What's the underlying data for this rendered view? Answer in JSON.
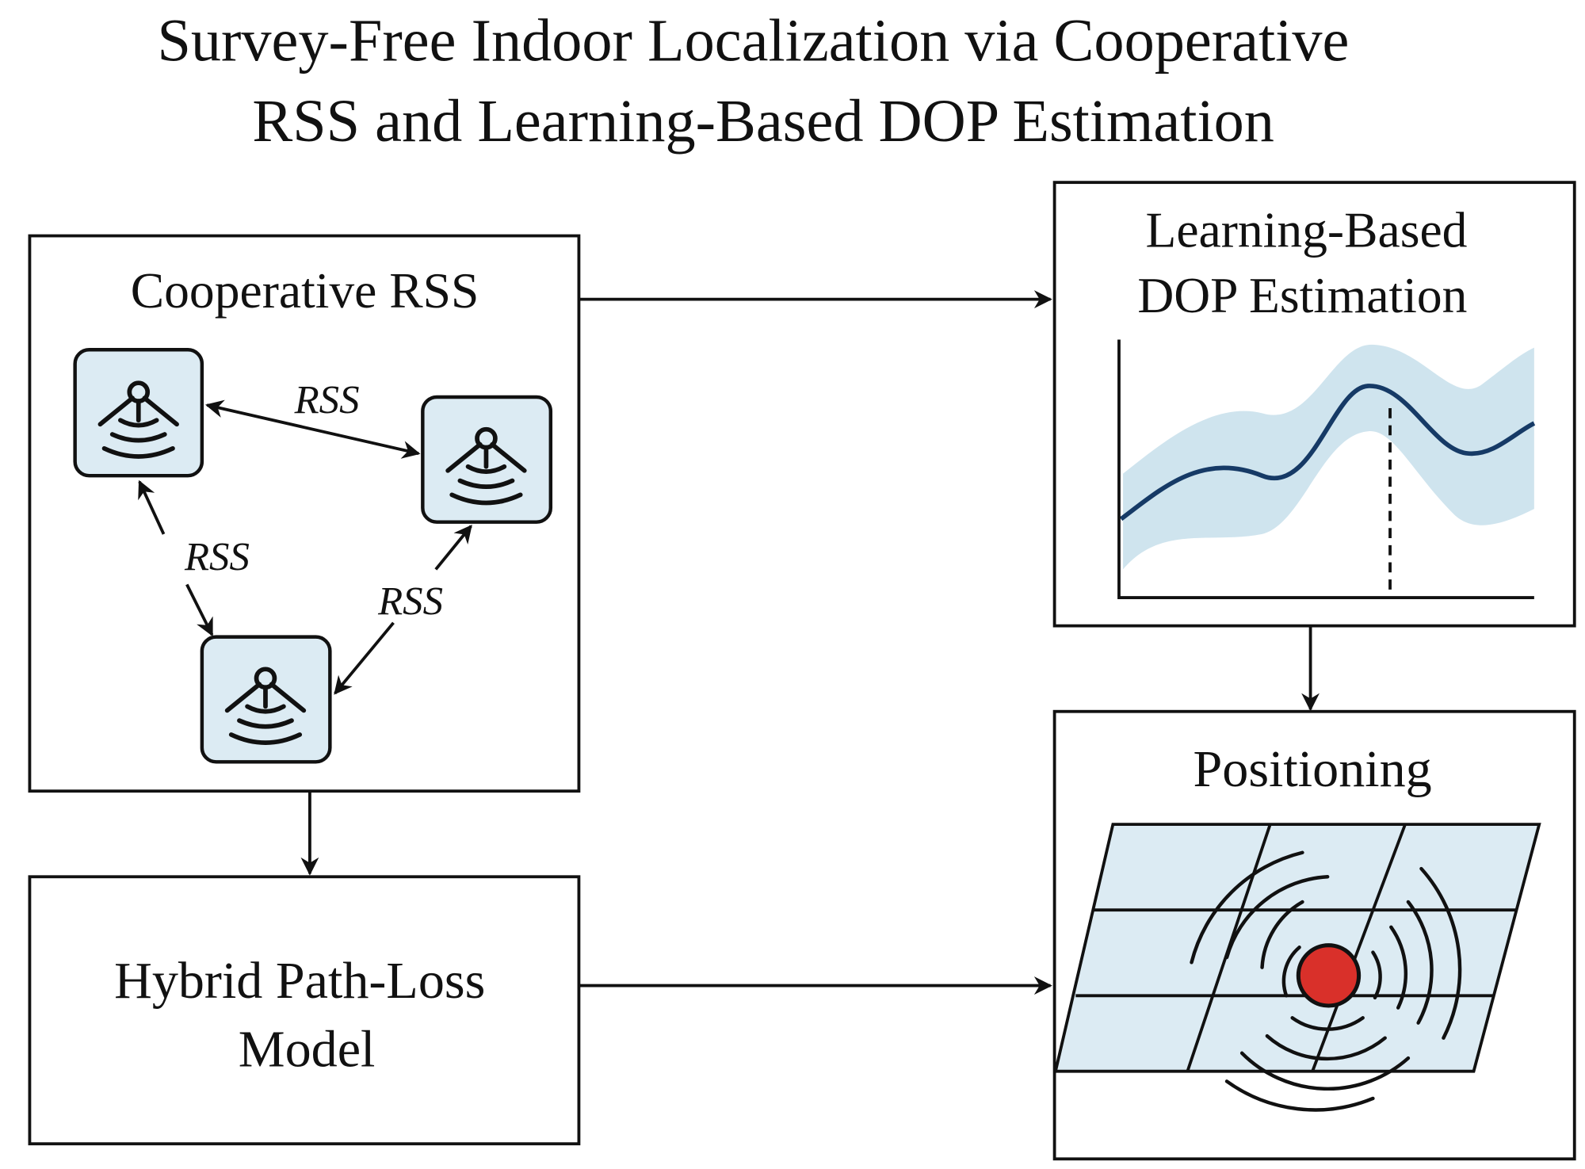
{
  "title": {
    "line1": "Survey-Free Indoor Localization via Cooperative",
    "line2": "RSS and Learning-Based DOP Estimation"
  },
  "cooperative_rss": {
    "label": "Cooperative RSS",
    "links": [
      "RSS",
      "RSS",
      "RSS"
    ]
  },
  "dop_estimation": {
    "line1": "Learning-Based",
    "line2": "DOP Estimation"
  },
  "path_loss": {
    "line1": "Hybrid Path-Loss",
    "line2": "Model"
  },
  "positioning": {
    "label": "Positioning"
  },
  "colors": {
    "node_fill": "#dcebf3",
    "curve": "#163a66",
    "band": "#cfe4ee",
    "target": "#d9302a"
  }
}
